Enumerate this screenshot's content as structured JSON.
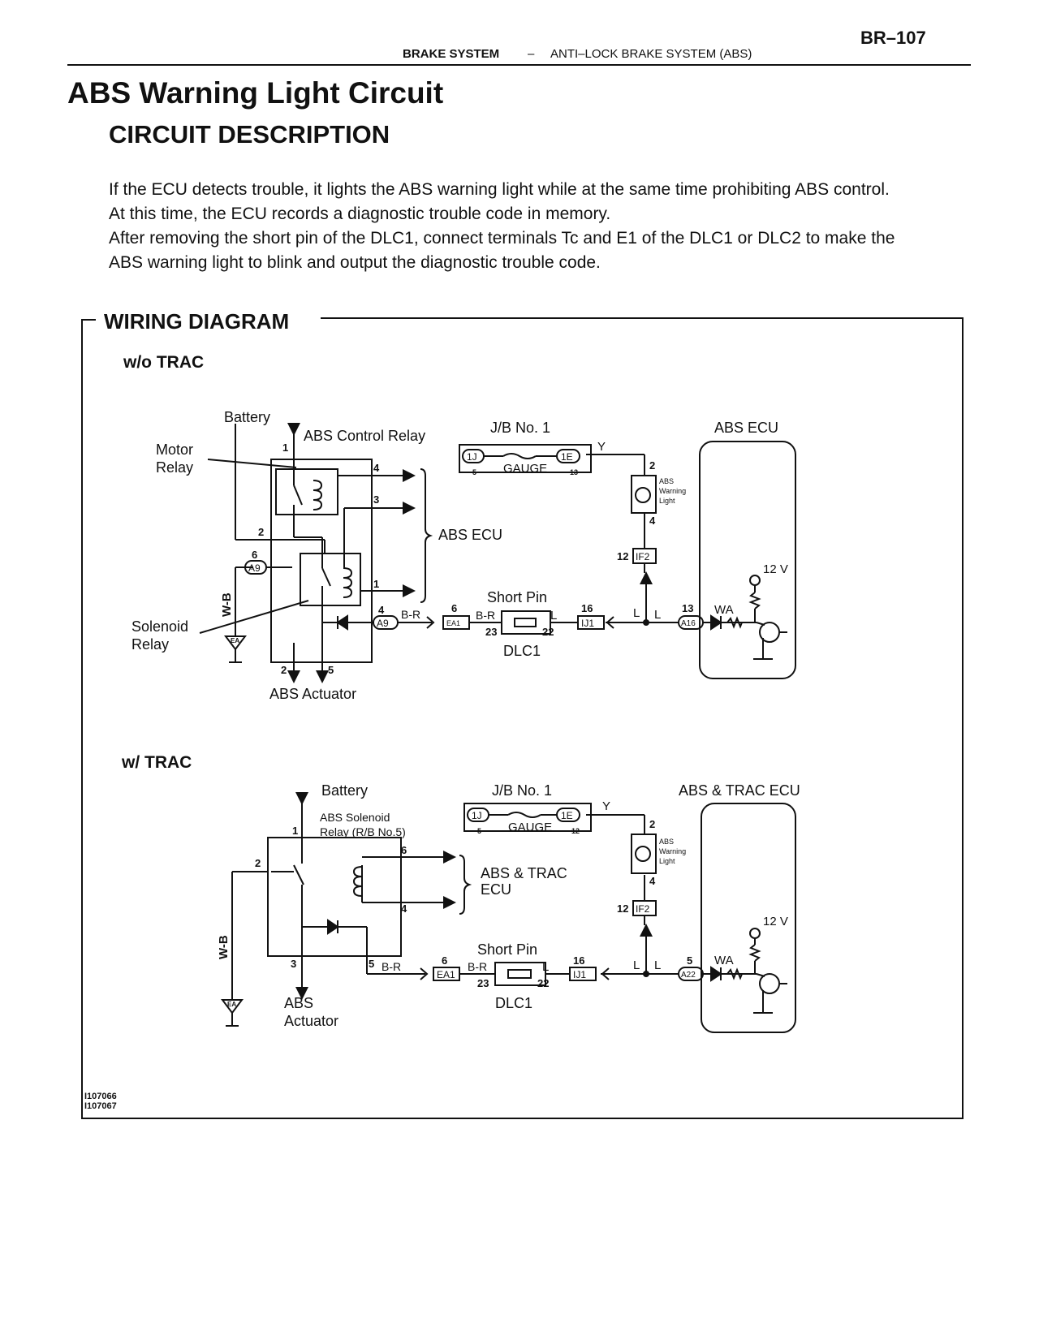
{
  "header": {
    "page_number": "BR–107",
    "section": "BRAKE SYSTEM",
    "separator": "–",
    "subsection": "ANTI–LOCK BRAKE SYSTEM (ABS)"
  },
  "title": "ABS Warning Light Circuit",
  "subtitle": "CIRCUIT DESCRIPTION",
  "description": [
    "If the ECU detects trouble, it lights the ABS warning light while at the same time prohibiting ABS control.",
    "At this time, the ECU records a diagnostic trouble code in memory.",
    "After removing the short pin of the DLC1, connect terminals Tc and E1 of the DLC1 or DLC2 to make the",
    "ABS warning light to blink and output the diagnostic trouble code."
  ],
  "diagram": {
    "title": "WIRING DIAGRAM",
    "figure_ids": [
      "I107066",
      "I107067"
    ],
    "without_trac": {
      "label": "w/o TRAC",
      "battery": "Battery",
      "abs_control_relay": "ABS Control Relay",
      "motor_relay": [
        "Motor",
        "Relay"
      ],
      "solenoid_relay": [
        "Solenoid",
        "Relay"
      ],
      "abs_actuator": "ABS Actuator",
      "jb": "J/B No. 1",
      "gauge": "GAUGE",
      "abs_ecu_title": "ABS ECU",
      "abs_ecu_side": "ABS ECU",
      "short_pin": "Short Pin",
      "dlc": "DLC1",
      "wire_wb": "W-B",
      "wire_br1": "B-R",
      "wire_br2": "B-R",
      "wire_l1": "L",
      "wire_l2": "L",
      "wire_l3": "L",
      "wire_y": "Y",
      "wa": "WA",
      "v12": "12 V",
      "warning_light": [
        "ABS",
        "Warning",
        "Light"
      ],
      "connectors": {
        "a9a": "A9",
        "a9b": "A9",
        "ea1": "EA1",
        "ij1": "IJ1",
        "a16": "A16",
        "if2": "IF2",
        "c1j": "1J",
        "c1e": "1E"
      },
      "pins": {
        "p1": "1",
        "p4": "4",
        "p3": "3",
        "p2": "2",
        "p6": "6",
        "p1b": "1",
        "p4b": "4",
        "p2b": "2",
        "p5": "5",
        "p6b": "6",
        "p23": "23",
        "p22": "22",
        "p16": "16",
        "p13": "13",
        "p12": "12",
        "p2c": "2",
        "p4c": "4",
        "p5j": "5",
        "p13j": "13",
        "pea": "EA"
      }
    },
    "with_trac": {
      "label": "w/ TRAC",
      "battery": "Battery",
      "solenoid_relay": [
        "ABS Solenoid",
        "Relay (R/B No.5)"
      ],
      "abs_actuator": [
        "ABS",
        "Actuator"
      ],
      "jb": "J/B No. 1",
      "gauge": "GAUGE",
      "ecu_title": "ABS & TRAC ECU",
      "ecu_side": [
        "ABS & TRAC",
        "ECU"
      ],
      "short_pin": "Short Pin",
      "dlc": "DLC1",
      "wire_wb": "W-B",
      "wire_br1": "B-R",
      "wire_br2": "B-R",
      "wire_l1": "L",
      "wire_l2": "L",
      "wire_l3": "L",
      "wire_y": "Y",
      "wa": "WA",
      "v12": "12 V",
      "warning_light": [
        "ABS",
        "Warning",
        "Light"
      ],
      "connectors": {
        "ea1": "EA1",
        "ij1": "IJ1",
        "a22": "A22",
        "if2": "IF2",
        "c1j": "1J",
        "c1e": "1E"
      },
      "pins": {
        "p1": "1",
        "p2": "2",
        "p6": "6",
        "p4": "4",
        "p3": "3",
        "p5": "5",
        "p6b": "6",
        "p23": "23",
        "p22": "22",
        "p16": "16",
        "p5b": "5",
        "p12": "12",
        "p2c": "2",
        "p4c": "4",
        "p5j": "5",
        "p12j": "12",
        "pea": "EA"
      }
    }
  }
}
